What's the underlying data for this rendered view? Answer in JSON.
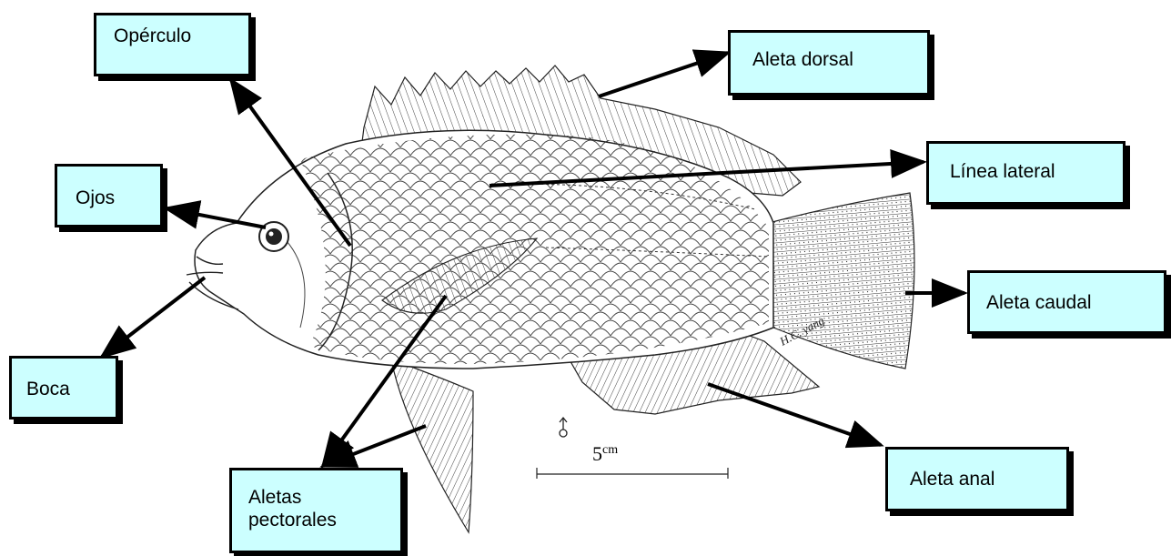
{
  "labels": {
    "operculo": "Opérculo",
    "aleta_dorsal": "Aleta dorsal",
    "ojos": "Ojos",
    "linea_lateral": "Línea lateral",
    "aleta_caudal": "Aleta caudal",
    "boca": "Boca",
    "aleta_anal": "Aleta anal",
    "aletas_pectorales_line1": "Aletas",
    "aletas_pectorales_line2": "pectorales"
  },
  "scale": {
    "value": "5",
    "unit": "cm"
  },
  "signature": "H.C. yang",
  "colors": {
    "label_fill": "#ccffff",
    "label_border": "#000000",
    "arrow": "#000000"
  }
}
